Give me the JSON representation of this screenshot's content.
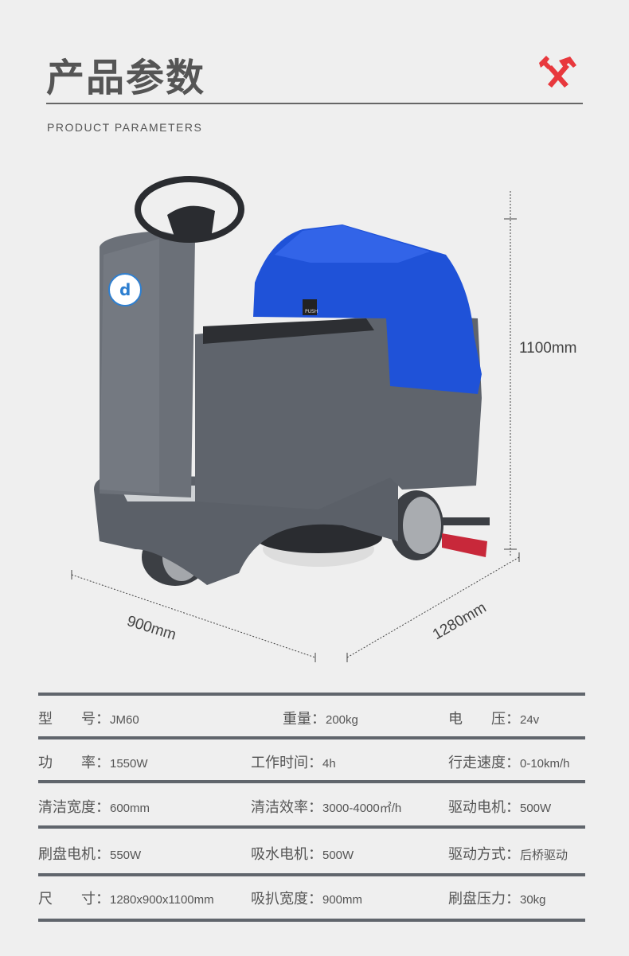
{
  "header": {
    "title": "产品参数",
    "subtitle": "PRODUCT PARAMETERS",
    "icon": "tools-icon"
  },
  "colors": {
    "accent": "#e8383d",
    "machine_blue": "#1a4fd6",
    "machine_gray": "#5b6068",
    "rule": "#60656c"
  },
  "product": {
    "logo_text": "d",
    "badge_text": "PUSH"
  },
  "dimensions": {
    "height": "1100mm",
    "width": "900mm",
    "length": "1280mm"
  },
  "specs": [
    [
      {
        "label": "型　　号：",
        "value": "JM60"
      },
      {
        "label": "重量：",
        "value": "200kg"
      },
      {
        "label": "电　　压：",
        "value": "24v"
      }
    ],
    [
      {
        "label": "功　　率：",
        "value": "1550W"
      },
      {
        "label": "工作时间：",
        "value": "4h"
      },
      {
        "label": "行走速度：",
        "value": "0-10km/h"
      }
    ],
    [
      {
        "label": "清洁宽度：",
        "value": "600mm"
      },
      {
        "label": "清洁效率：",
        "value": "3000-4000㎡/h"
      },
      {
        "label": "驱动电机：",
        "value": "500W"
      }
    ],
    [
      {
        "label": "刷盘电机：",
        "value": "550W"
      },
      {
        "label": "吸水电机：",
        "value": "500W"
      },
      {
        "label": "驱动方式：",
        "value": "后桥驱动"
      }
    ],
    [
      {
        "label": "尺　　寸：",
        "value": "1280x900x1100mm"
      },
      {
        "label": "吸扒宽度：",
        "value": "900mm"
      },
      {
        "label": "刷盘压力：",
        "value": "30kg"
      }
    ]
  ]
}
